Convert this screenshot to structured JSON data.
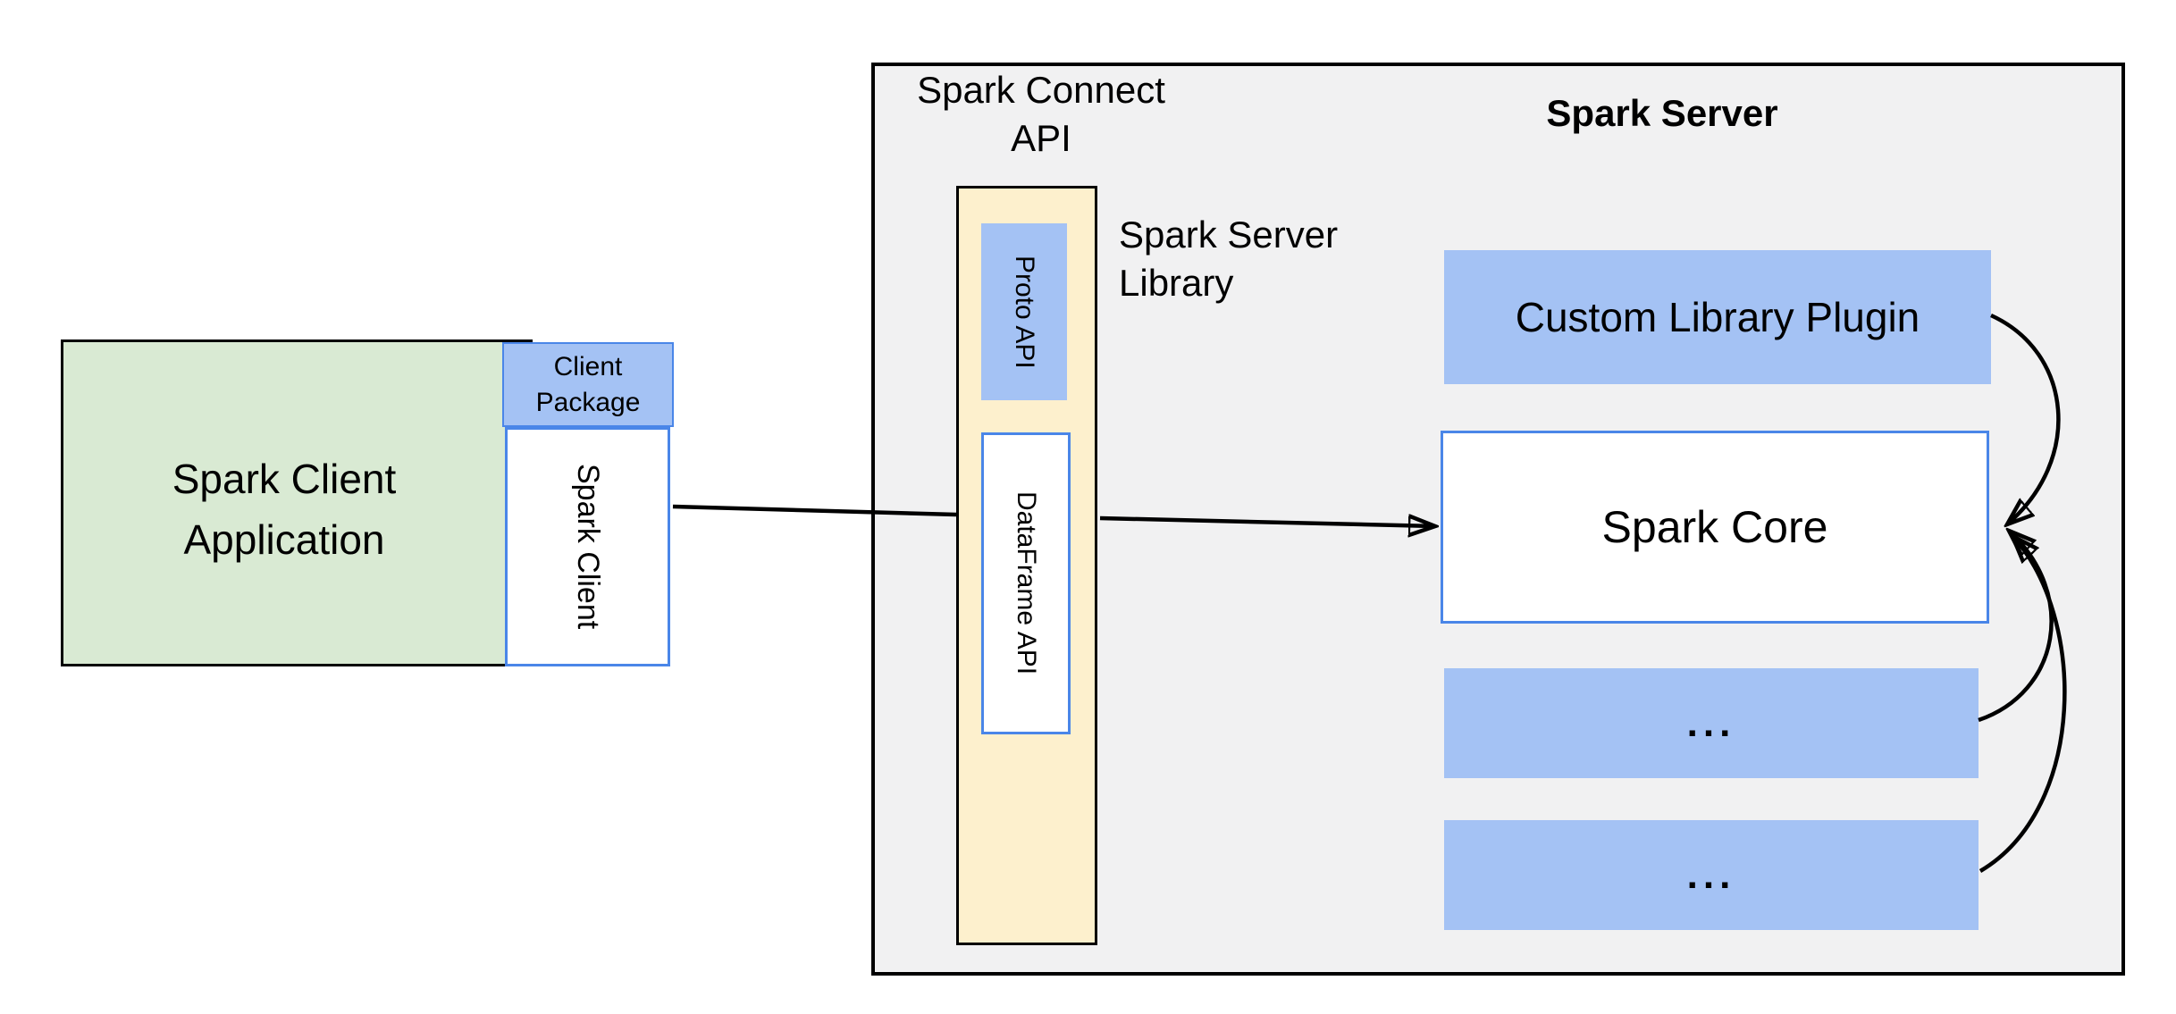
{
  "diagram": {
    "client_app": {
      "label": "Spark Client Application"
    },
    "client_package": {
      "label": "Client Package"
    },
    "spark_client": {
      "label": "Spark Client"
    },
    "connect_api": {
      "title": "Spark Connect API"
    },
    "server_library": {
      "label": "Spark Server Library"
    },
    "proto_api": {
      "label": "Proto API"
    },
    "dataframe_api": {
      "label": "DataFrame API"
    },
    "spark_server": {
      "title": "Spark Server",
      "plugin_label": "Custom Library Plugin",
      "core_label": "Spark Core",
      "ellipsis_box_1": "...",
      "ellipsis_box_2": "..."
    },
    "colors": {
      "box_blue_fill": "#a4c2f4",
      "box_blue_border": "#4a86e8",
      "client_green": "#d9ead3",
      "connect_yellow": "#fdf0cd",
      "server_gray": "#f1f1f2",
      "line_black": "#000000"
    }
  }
}
